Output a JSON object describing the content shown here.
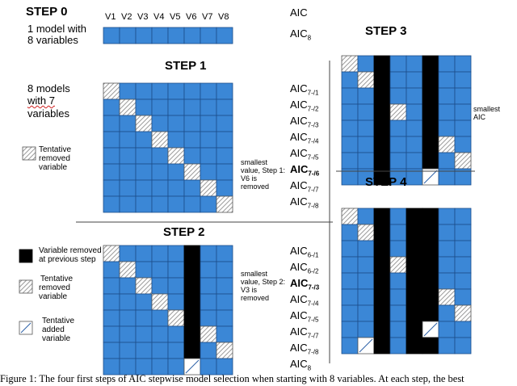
{
  "step0": {
    "title": "STEP 0",
    "label_line1": "1 model with",
    "label_line2": "8 variables",
    "headers": [
      "V1",
      "V2",
      "V3",
      "V4",
      "V5",
      "V6",
      "V7",
      "V8"
    ],
    "aic_top": "AIC",
    "aic_main": "AIC",
    "aic_sub": "8"
  },
  "step1": {
    "title": "STEP 1",
    "label_line1": "8 models",
    "label_line2": "with 7",
    "label_line3": "variables",
    "aics": [
      {
        "main": "AIC",
        "sub": "7-/1",
        "bold": false
      },
      {
        "main": "AIC",
        "sub": "7-/2",
        "bold": false
      },
      {
        "main": "AIC",
        "sub": "7-/3",
        "bold": false
      },
      {
        "main": "AIC",
        "sub": "7-/4",
        "bold": false
      },
      {
        "main": "AIC",
        "sub": "7-/5",
        "bold": false
      },
      {
        "main": "AIC",
        "sub": "7-/6",
        "bold": true
      },
      {
        "main": "AIC",
        "sub": "7-/7",
        "bold": false
      },
      {
        "main": "AIC",
        "sub": "7-/8",
        "bold": false
      }
    ],
    "note_line1": "smallest",
    "note_line2": "value, Step 1:",
    "note_line3": "V6 is",
    "note_line4": "removed"
  },
  "step2": {
    "title": "STEP 2",
    "aics": [
      {
        "main": "AIC",
        "sub": "6-/1",
        "bold": false
      },
      {
        "main": "AIC",
        "sub": "6-/2",
        "bold": false
      },
      {
        "main": "AIC",
        "sub": "7-/3",
        "bold": true
      },
      {
        "main": "AIC",
        "sub": "7-/4",
        "bold": false
      },
      {
        "main": "AIC",
        "sub": "7-/5",
        "bold": false
      },
      {
        "main": "AIC",
        "sub": "7-/7",
        "bold": false
      },
      {
        "main": "AIC",
        "sub": "7-/8",
        "bold": false
      },
      {
        "main": "AIC",
        "sub": "8",
        "bold": false
      }
    ],
    "note_line1": "smallest",
    "note_line2": "value, Step 2:",
    "note_line3": "V3 is",
    "note_line4": "removed"
  },
  "step3": {
    "title": "STEP 3",
    "note_line1": "smallest",
    "note_line2": "AIC"
  },
  "step4": {
    "title": "STEP 4"
  },
  "legend": {
    "tentative_removed_line1": "Tentative",
    "tentative_removed_line2": "removed",
    "tentative_removed_line3": "variable",
    "prev_removed_line1": "Variable removed",
    "prev_removed_line2": "at previous step",
    "l2_removed_line1": "Tentative",
    "l2_removed_line2": "removed",
    "l2_removed_line3": "variable",
    "added_line1": "Tentative",
    "added_line2": "added",
    "added_line3": "variable"
  },
  "caption": "Figure 1: The four first steps of AIC stepwise model selection when starting with 8 variables. At each step, the best",
  "colors": {
    "cell": "#3b87d6",
    "cell_border": "#1d4e8a",
    "removed": "#000000",
    "hatch": "#9a9a9a"
  }
}
